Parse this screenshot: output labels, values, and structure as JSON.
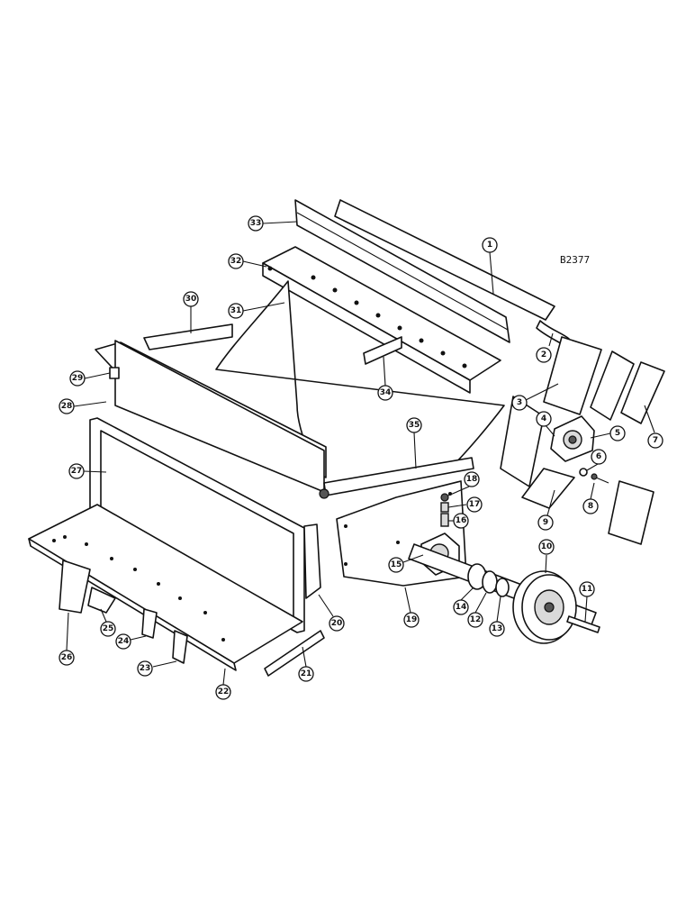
{
  "diagram": {
    "ref_code": "B2377",
    "callouts": [
      "1",
      "2",
      "3",
      "4",
      "5",
      "6",
      "7",
      "8",
      "9",
      "10",
      "11",
      "12",
      "13",
      "14",
      "15",
      "16",
      "17",
      "18",
      "19",
      "20",
      "21",
      "22",
      "23",
      "24",
      "25",
      "26",
      "27",
      "28",
      "29",
      "30",
      "31",
      "32",
      "33",
      "34",
      "35"
    ]
  }
}
